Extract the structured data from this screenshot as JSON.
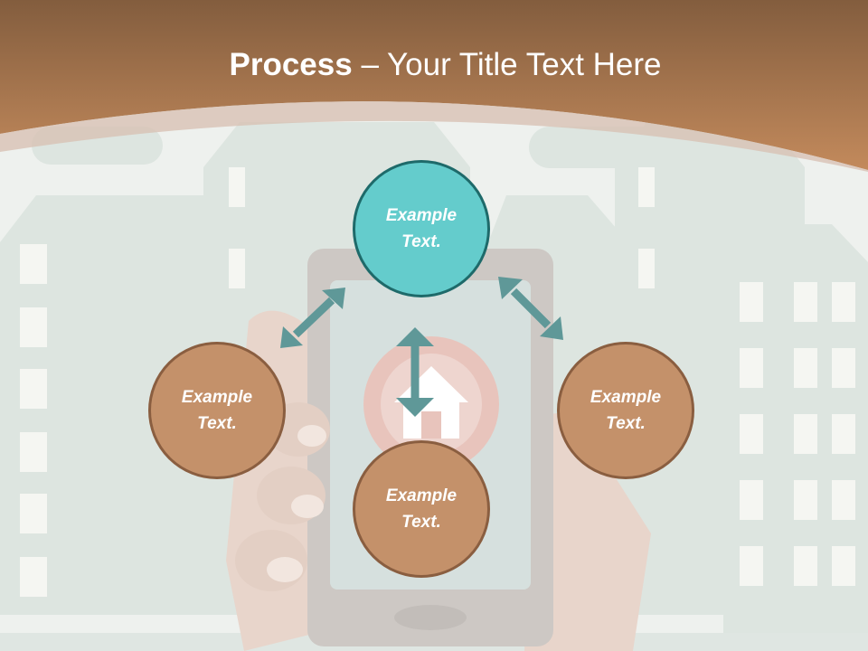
{
  "title": {
    "bold": "Process",
    "rest": " – Your Title Text Here"
  },
  "nodes": [
    {
      "label": "Example Text.",
      "color": "#64cccc"
    },
    {
      "label": "Example Text.",
      "color": "#c4916a"
    },
    {
      "label": "Example Text.",
      "color": "#c4916a"
    },
    {
      "label": "Example Text.",
      "color": "#c4916a"
    }
  ]
}
